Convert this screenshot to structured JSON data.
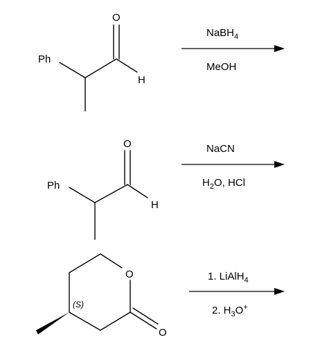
{
  "reactions": [
    {
      "molecule": {
        "label": "2-phenylpropanal",
        "substituent": "Ph",
        "carbonyl_o": "O",
        "aldehyde_h": "H"
      },
      "reagent_above": {
        "main": "NaBH",
        "sub": "4"
      },
      "reagent_below": {
        "main": "MeOH"
      }
    },
    {
      "molecule": {
        "label": "2-phenylpropanal",
        "substituent": "Ph",
        "carbonyl_o": "O",
        "aldehyde_h": "H"
      },
      "reagent_above": {
        "main": "NaCN"
      },
      "reagent_below": {
        "p1": "H",
        "sub": "2",
        "p2": "O, HCl"
      }
    },
    {
      "molecule": {
        "label": "(S)-4-methyl-tetrahydropyran-2-one",
        "ring_o": "O",
        "carbonyl_o": "O",
        "stereo": "(S)"
      },
      "reagent_above": {
        "main": "1. LiAlH",
        "sub": "4"
      },
      "reagent_below": {
        "p1": "2. H",
        "sub": "3",
        "p2": "O",
        "sup": "+"
      }
    }
  ],
  "colors": {
    "ink": "#000000",
    "background": "#ffffff"
  }
}
